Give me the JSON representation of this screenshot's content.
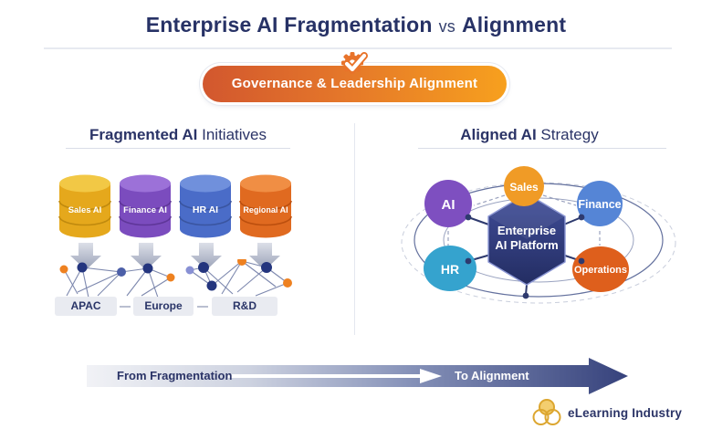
{
  "header": {
    "title_main": "Enterprise AI Fragmentation",
    "title_vs": "vs",
    "title_end": "Alignment",
    "badge_label": "Governance & Leadership Alignment",
    "badge_icon": "gear-check-icon",
    "badge_gradient_left": "#D2572E",
    "badge_gradient_right": "#F7A01E"
  },
  "left_panel": {
    "heading_bold": "Fragmented AI",
    "heading_rest": " Initiatives",
    "cylinders": [
      {
        "label": "Sales AI",
        "body": "#E5A81C",
        "top": "#F2C845",
        "dark": "#C08A0E"
      },
      {
        "label": "Finance AI",
        "body": "#7B4CBE",
        "top": "#9C71D8",
        "dark": "#5F3699"
      },
      {
        "label": "HR AI",
        "body": "#4A6CC8",
        "top": "#7090DC",
        "dark": "#3A55A0"
      },
      {
        "label": "Regional AI",
        "body": "#E06A20",
        "top": "#F08E44",
        "dark": "#BC4F0E"
      }
    ],
    "regions": [
      "APAC",
      "Europe",
      "R&D"
    ],
    "node_colors": {
      "orange": "#EE8120",
      "navy": "#24357E",
      "steel": "#4C5FA8",
      "periwinkle": "#8890D4"
    }
  },
  "right_panel": {
    "heading_bold": "Aligned AI",
    "heading_rest": " Strategy",
    "hub": {
      "line1": "Enterprise",
      "line2": "AI Platform",
      "color": "#2E3A7C"
    },
    "nodes": [
      {
        "label": "AI",
        "color": "#7E4FC0"
      },
      {
        "label": "Sales",
        "color": "#F09B26"
      },
      {
        "label": "Finance",
        "color": "#5585D6"
      },
      {
        "label": "HR",
        "color": "#35A3CE"
      },
      {
        "label": "Operations",
        "color": "#DE5F1C"
      }
    ]
  },
  "bottom": {
    "from_label": "From Fragmentation",
    "to_label": "To Alignment",
    "arrow_dark": "#36427C"
  },
  "footer": {
    "brand": "eLearning Industry",
    "logo_icon": "three-rings-icon",
    "logo_color": "#DCA62F"
  }
}
